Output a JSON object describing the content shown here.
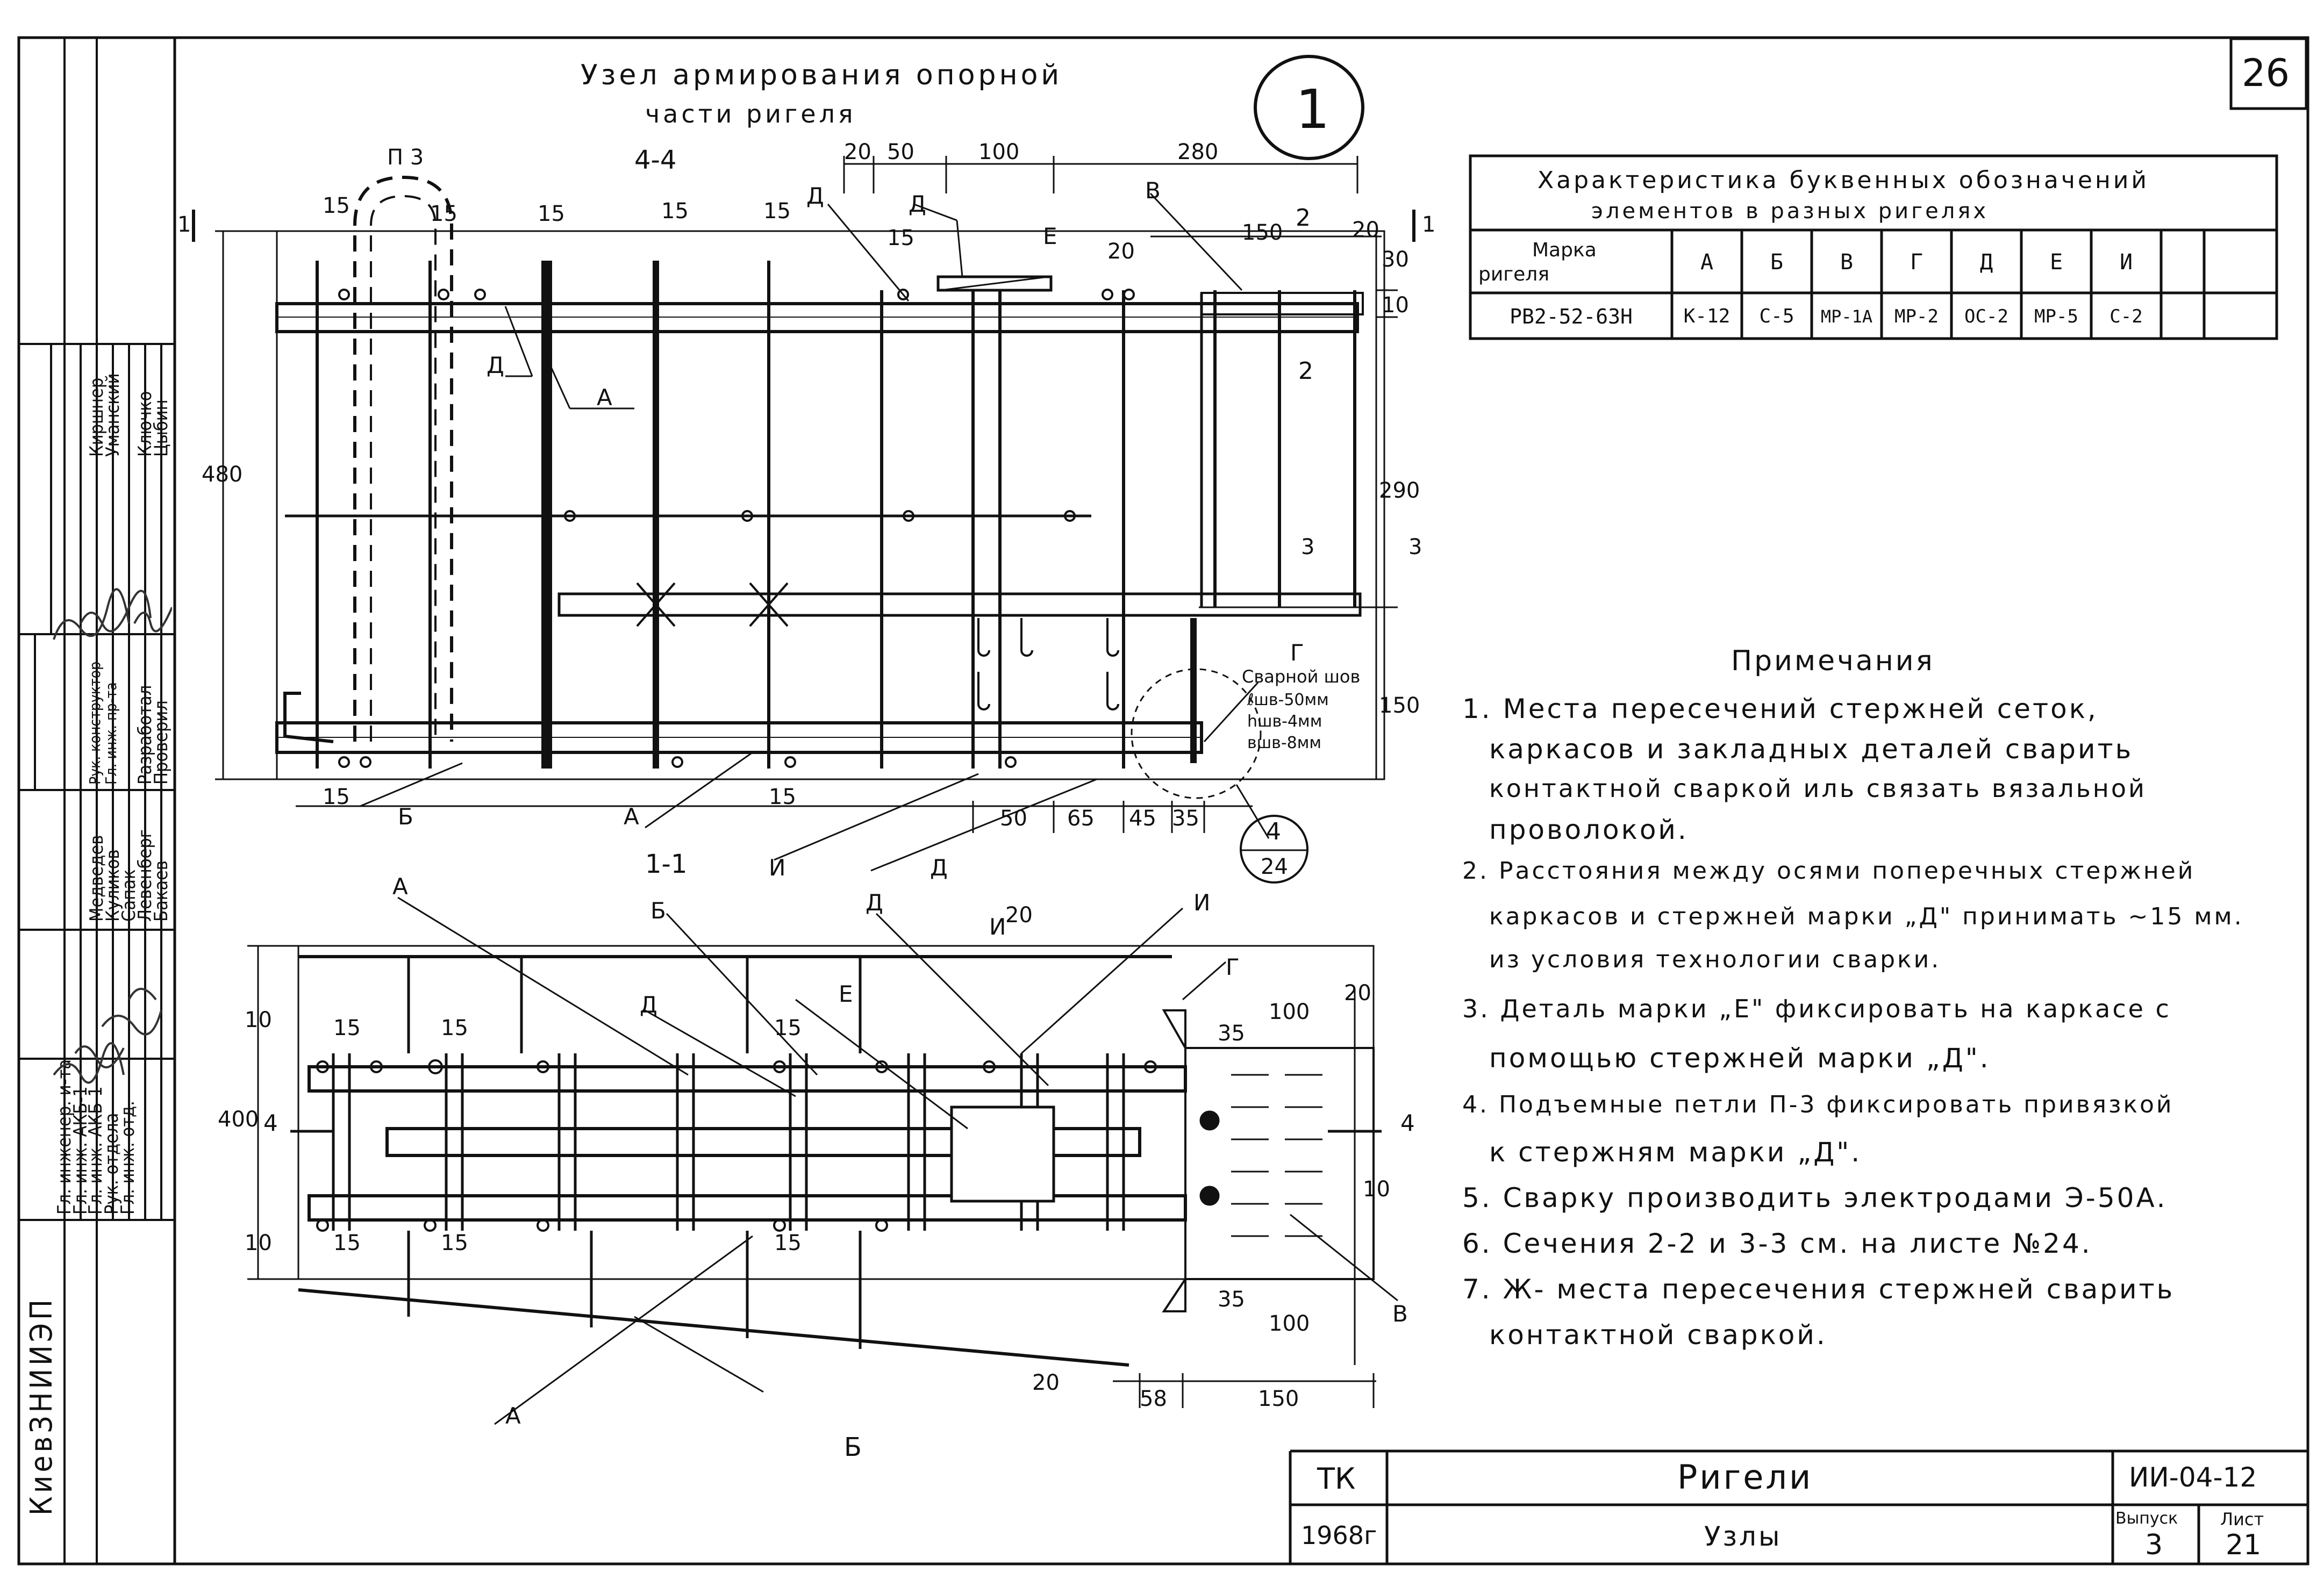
{
  "page_number": "26",
  "node_circle_number": "1",
  "drawing_title_line1": "Узел армирования опорной",
  "drawing_title_line2": "части ригеля",
  "section_44_label": "4-4",
  "section_11_label": "1-1",
  "detail_callout": {
    "num": "4",
    "sheet": "24"
  },
  "weld_note": {
    "title": "Сварной шов",
    "l": "ℓшв-50мм",
    "h": "hшв-4мм",
    "b": "вшв-8мм"
  },
  "designations_table": {
    "title_line1": "Характеристика буквенных обозначений",
    "title_line2": "элементов в разных ригелях",
    "header_col0_line1": "Марка",
    "header_col0_line2": "ригеля",
    "headers": [
      "А",
      "Б",
      "В",
      "Г",
      "Д",
      "Е",
      "И"
    ],
    "row_label": "РВ2-52-63Н",
    "row_values": [
      "К-12",
      "С-5",
      "МР-1А",
      "МР-2",
      "ОС-2",
      "МР-5",
      "С-2"
    ]
  },
  "notes": {
    "title": "Примечания",
    "lines": [
      "1. Места пересечений стержней сеток,",
      "каркасов и закладных деталей сварить",
      "контактной сваркой иль связать вязальной",
      "проволокой.",
      "2. Расстояния между осями поперечных стержней",
      "каркасов и стержней марки „Д\" принимать ~15 мм.",
      "из условия технологии сварки.",
      "3. Деталь марки „Е\" фиксировать на каркасе с",
      "помощью стержней марки „Д\".",
      "4. Подъемные петли П-3 фиксировать привязкой",
      "к стержням марки „Д\".",
      "5. Сварку производить электродами Э-50А.",
      "6. Сечения 2-2 и 3-3 см. на листе №24.",
      "7. Ж- места пересечения стержней сварить",
      "контактной сваркой."
    ]
  },
  "title_block": {
    "org_code": "ТК",
    "year": "1968г",
    "name": "Ригели",
    "subname": "Узлы",
    "series_code": "ИИ-04-12",
    "vypusk_label": "Выпуск",
    "vypusk_value": "3",
    "list_label": "Лист",
    "list_value": "21"
  },
  "left_stamp": {
    "organization": "КиевЗНИИЭП",
    "roles": [
      "Гл. инженер. и-та",
      "Гл. инж. АКБ-1",
      "Гл. инж. АКБ-1",
      "Рук. отдела",
      "Гл. инж. отд."
    ],
    "names": [
      "Медведев",
      "Куликов",
      "Сапак",
      "Левенберг",
      "Бакаев"
    ],
    "roles2": [
      "Рук. конструктор",
      "Гл. инж. пр-та",
      "Разработал",
      "Проверил"
    ],
    "names2": [
      "Киршнер",
      "Уманский",
      "Ключко",
      "Цыбин"
    ]
  },
  "section_44_dimensions": {
    "top": [
      "20",
      "50",
      "100",
      "280",
      "150",
      "20"
    ],
    "spacing": [
      "15",
      "15",
      "15",
      "15",
      "15",
      "15",
      "20"
    ],
    "right": [
      "30",
      "10",
      "290",
      "150"
    ],
    "left": "480",
    "bottom": [
      "15",
      "15",
      "50",
      "65",
      "45",
      "35"
    ]
  },
  "section_11_dimensions": {
    "top": [
      "15",
      "15",
      "15",
      "20",
      "20"
    ],
    "left": [
      "10",
      "400",
      "10"
    ],
    "right": [
      "10",
      "100",
      "35",
      "35",
      "100"
    ],
    "bottom": [
      "15",
      "15",
      "15",
      "58",
      "150",
      "20"
    ]
  },
  "markers": {
    "p3": "П 3",
    "s11": "1",
    "s22": "2",
    "s33": "3",
    "s44": "4",
    "A": "А",
    "B": "Б",
    "V": "В",
    "G": "Г",
    "D": "Д",
    "E": "Е",
    "I": "И"
  }
}
